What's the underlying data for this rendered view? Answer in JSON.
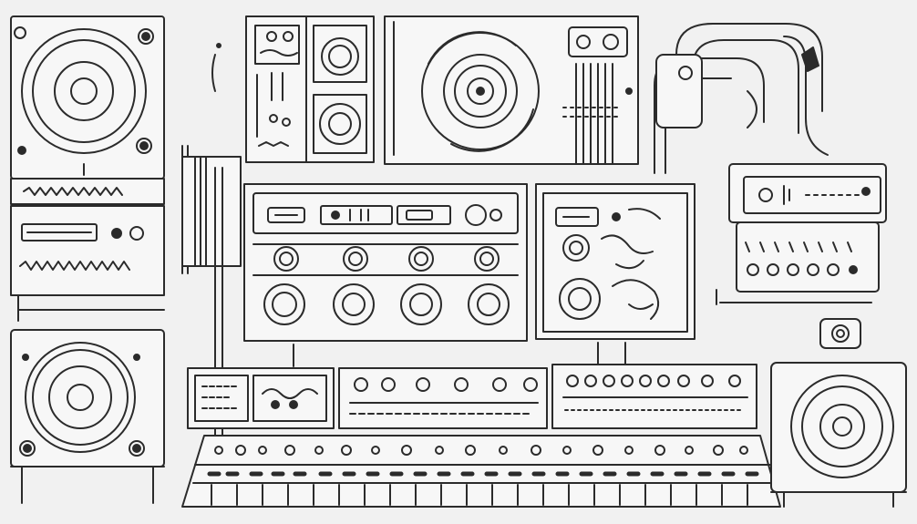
{
  "scene": {
    "style": "monochrome line-art illustration of audio studio equipment",
    "colors": {
      "background": "#f1f1f1",
      "line": "#2b2b2b",
      "fill": "#f7f7f7"
    },
    "devices": [
      {
        "id": "speaker-left-top",
        "kind": "speaker-cabinet"
      },
      {
        "id": "speaker-left-bottom",
        "kind": "speaker-cabinet"
      },
      {
        "id": "speaker-right-bottom",
        "kind": "speaker-cabinet"
      },
      {
        "id": "turntable-unit",
        "kind": "turntable"
      },
      {
        "id": "small-module",
        "kind": "control-module"
      },
      {
        "id": "mixer-center",
        "kind": "mixing-console"
      },
      {
        "id": "effects-unit",
        "kind": "effects-panel"
      },
      {
        "id": "amp-right",
        "kind": "amplifier"
      },
      {
        "id": "rack-row",
        "kind": "rack-units"
      },
      {
        "id": "keyboard",
        "kind": "synthesizer-keyboard"
      }
    ]
  }
}
